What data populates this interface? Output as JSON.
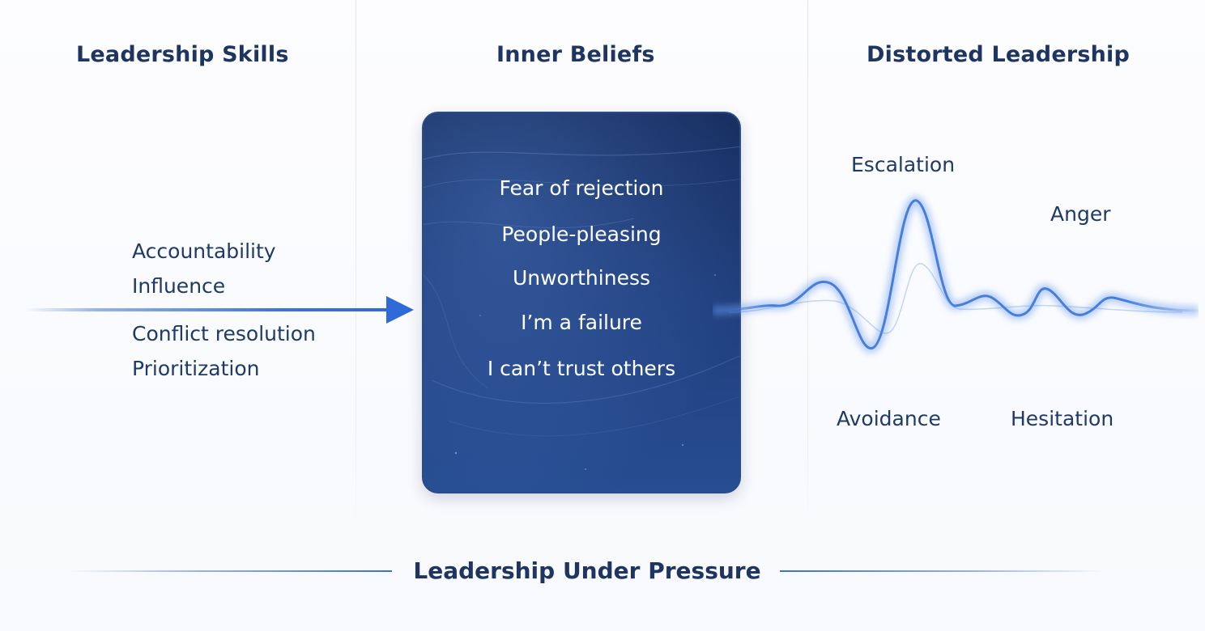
{
  "columns": {
    "left": {
      "title": "Leadership Skills"
    },
    "center": {
      "title": "Inner Beliefs"
    },
    "right": {
      "title": "Distorted Leadership"
    }
  },
  "skills": [
    "Accountability",
    "Influence",
    "Conflict resolution",
    "Prioritization"
  ],
  "beliefs": [
    "Fear of rejection",
    "People-pleasing",
    "Unworthiness",
    "I’m a failure",
    "I can’t trust others"
  ],
  "outcomes": {
    "escalation": "Escalation",
    "anger": "Anger",
    "avoidance": "Avoidance",
    "hesitation": "Hesitation"
  },
  "footer": {
    "title": "Leadership Under Pressure"
  },
  "colors": {
    "heading": "#1d3560",
    "text": "#1f3a66",
    "accent": "#2f6ad6",
    "card": "#1f3d7a"
  }
}
